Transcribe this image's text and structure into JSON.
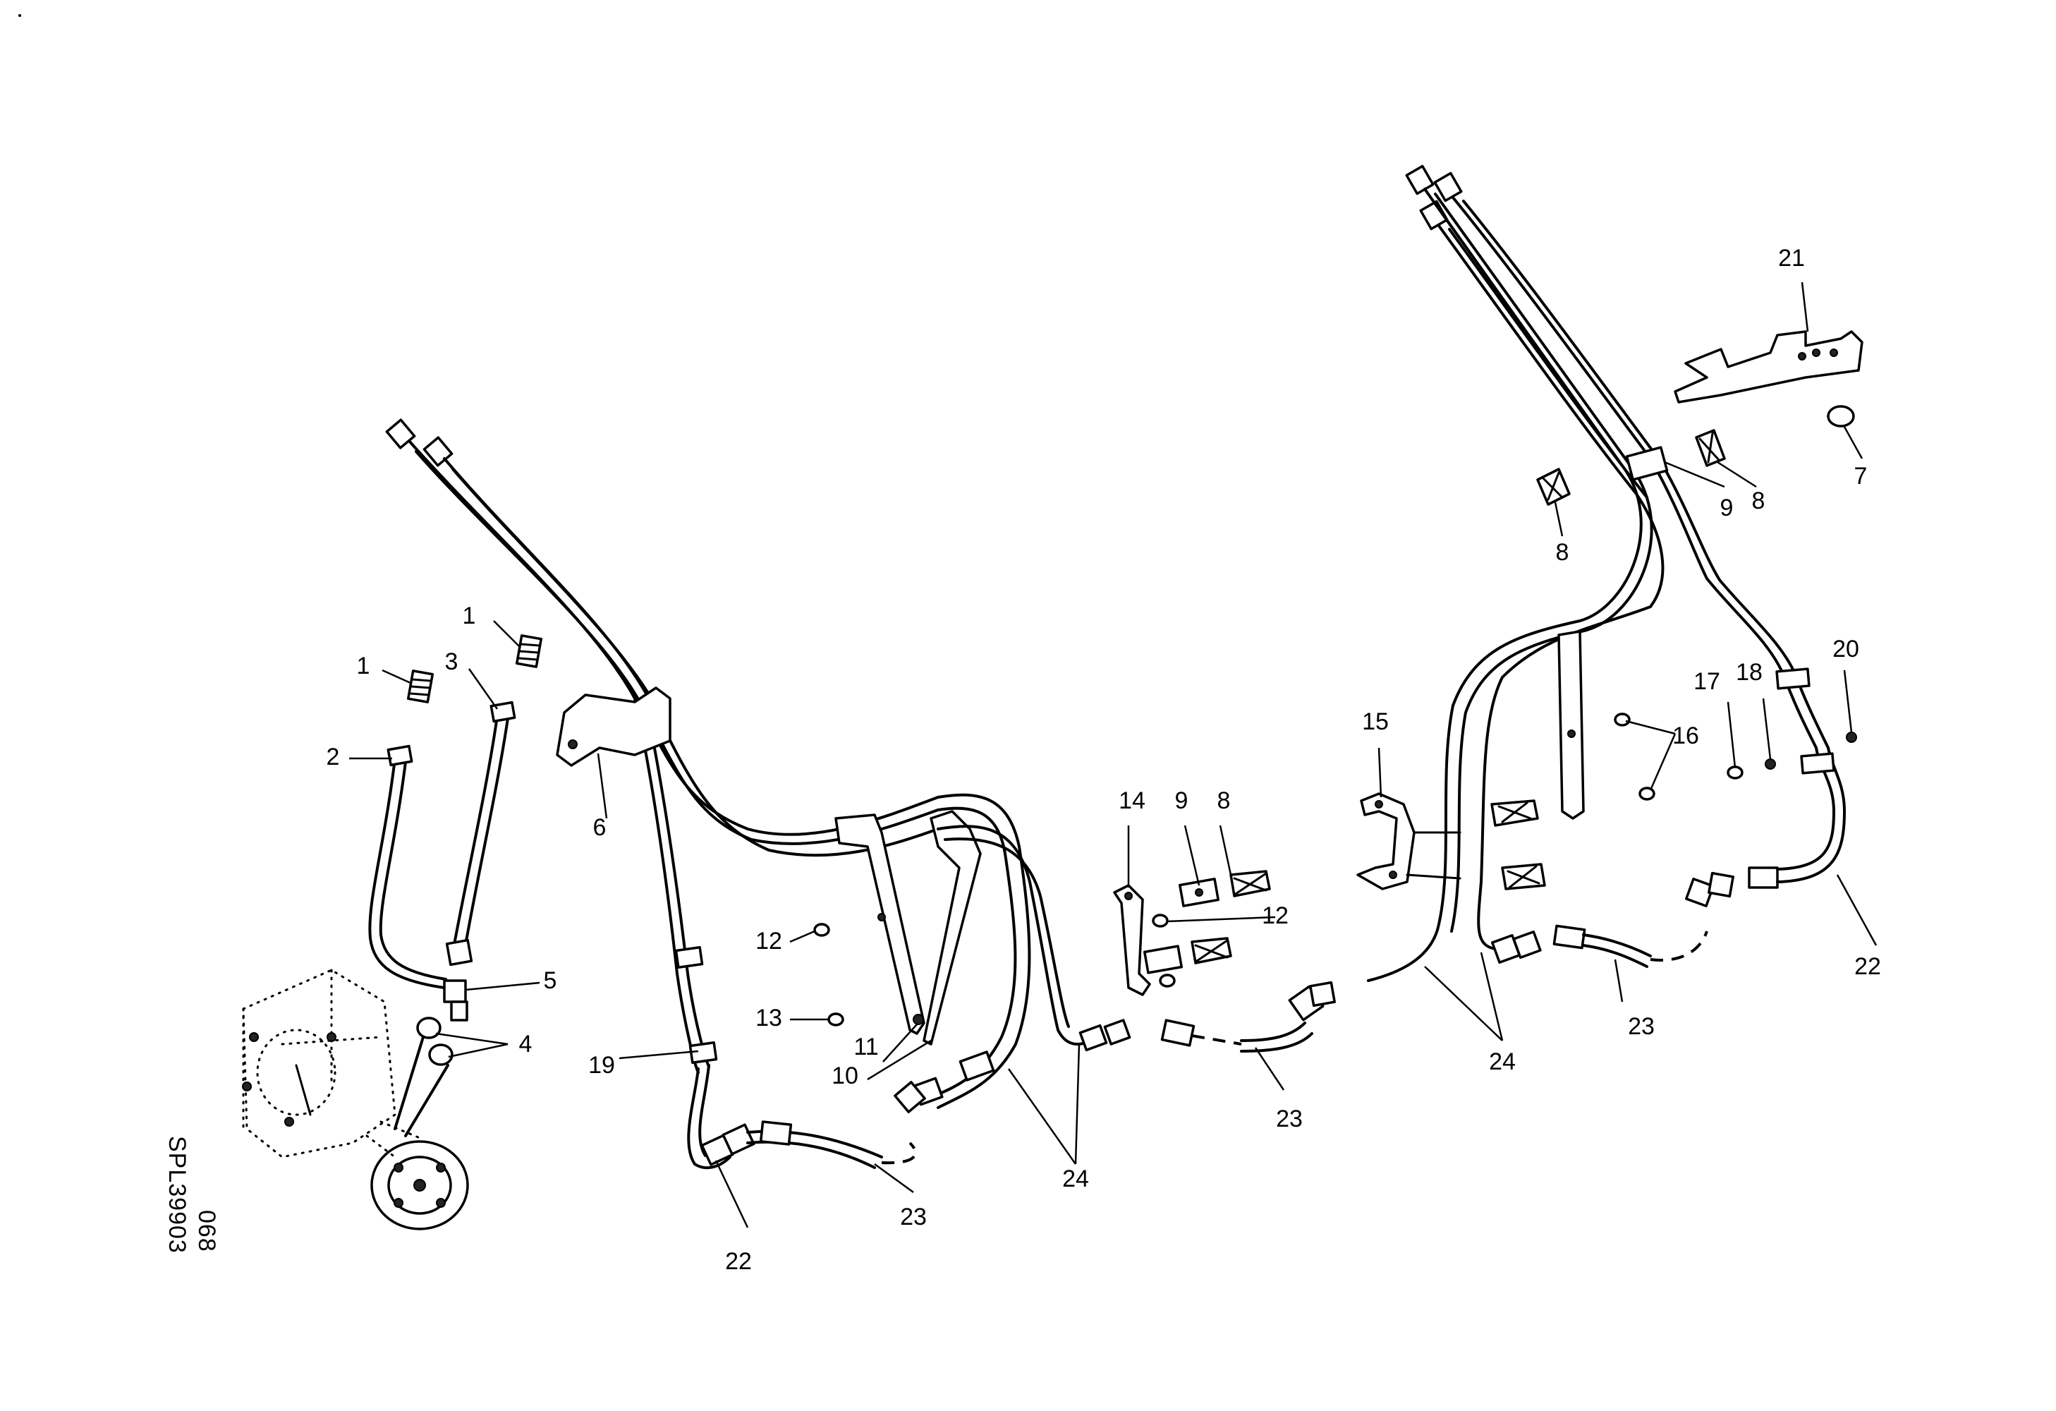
{
  "diagram_ref": "SPL39903",
  "sheet_no": "068",
  "callouts": [
    {
      "id": "c1a",
      "label": "1"
    },
    {
      "id": "c1b",
      "label": "1"
    },
    {
      "id": "c2",
      "label": "2"
    },
    {
      "id": "c3",
      "label": "3"
    },
    {
      "id": "c4",
      "label": "4"
    },
    {
      "id": "c5",
      "label": "5"
    },
    {
      "id": "c6",
      "label": "6"
    },
    {
      "id": "c7",
      "label": "7"
    },
    {
      "id": "c8a",
      "label": "8"
    },
    {
      "id": "c8b",
      "label": "8"
    },
    {
      "id": "c8c",
      "label": "8"
    },
    {
      "id": "c9a",
      "label": "9"
    },
    {
      "id": "c9b",
      "label": "9"
    },
    {
      "id": "c10",
      "label": "10"
    },
    {
      "id": "c11",
      "label": "11"
    },
    {
      "id": "c12a",
      "label": "12"
    },
    {
      "id": "c12b",
      "label": "12"
    },
    {
      "id": "c13",
      "label": "13"
    },
    {
      "id": "c14",
      "label": "14"
    },
    {
      "id": "c15",
      "label": "15"
    },
    {
      "id": "c16",
      "label": "16"
    },
    {
      "id": "c17",
      "label": "17"
    },
    {
      "id": "c18",
      "label": "18"
    },
    {
      "id": "c19",
      "label": "19"
    },
    {
      "id": "c20",
      "label": "20"
    },
    {
      "id": "c21",
      "label": "21"
    },
    {
      "id": "c22a",
      "label": "22"
    },
    {
      "id": "c22b",
      "label": "22"
    },
    {
      "id": "c23a",
      "label": "23"
    },
    {
      "id": "c23b",
      "label": "23"
    },
    {
      "id": "c23c",
      "label": "23"
    },
    {
      "id": "c24a",
      "label": "24"
    },
    {
      "id": "c24b",
      "label": "24"
    }
  ]
}
